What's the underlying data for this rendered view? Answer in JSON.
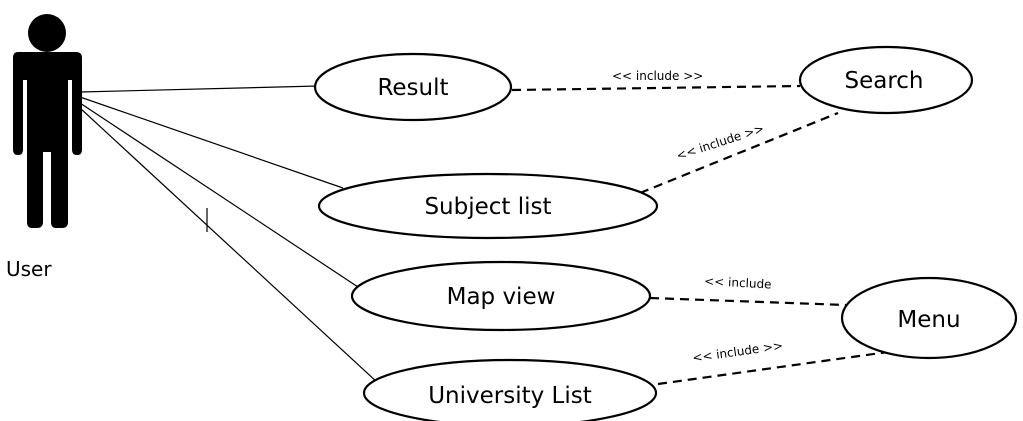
{
  "actor": {
    "name": "User",
    "icon": "stick-figure-icon"
  },
  "use_cases": {
    "result": "Result",
    "subject_list": "Subject list",
    "map_view": "Map view",
    "university_list": "University List",
    "search": "Search",
    "menu": "Menu"
  },
  "includes": {
    "result_search": "<< include >>",
    "subject_search": "<< include >>",
    "map_menu": "<< include",
    "university_menu": "<< include >>"
  }
}
